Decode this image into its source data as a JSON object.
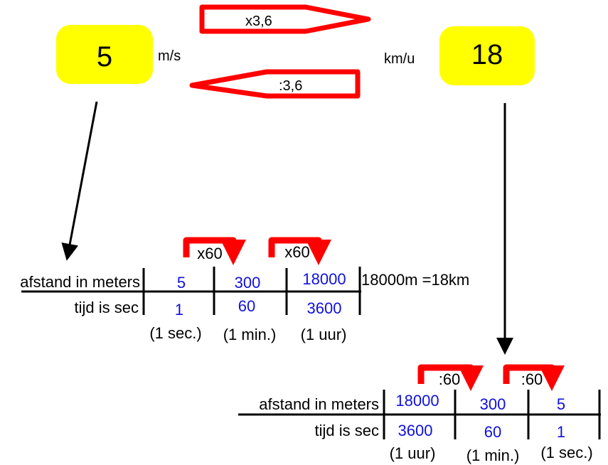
{
  "conversion": {
    "ms_value": "5",
    "ms_unit": "m/s",
    "kmh_value": "18",
    "kmh_unit": "km/u",
    "multiply_label": "x3,6",
    "divide_label": ":3,6"
  },
  "table_ms": {
    "row_labels": [
      "afstand in meters",
      "tijd is sec"
    ],
    "distance": [
      "5",
      "300",
      "18000"
    ],
    "time": [
      "1",
      "60",
      "3600"
    ],
    "time_notes": [
      "(1 sec.)",
      "(1 min.)",
      "(1 uur)"
    ],
    "step_labels": [
      "x60",
      "x60"
    ],
    "result_note": "18000m =18km"
  },
  "table_kmh": {
    "row_labels": [
      "afstand in meters",
      "tijd is sec"
    ],
    "distance": [
      "18000",
      "300",
      "5"
    ],
    "time": [
      "3600",
      "60",
      "1"
    ],
    "time_notes": [
      "(1 uur)",
      "(1 min.)",
      "(1 sec.)"
    ],
    "step_labels": [
      ":60",
      ":60"
    ]
  },
  "colors": {
    "highlight": "#ffff00",
    "arrow": "#ff0000",
    "values": "#1010e0"
  }
}
